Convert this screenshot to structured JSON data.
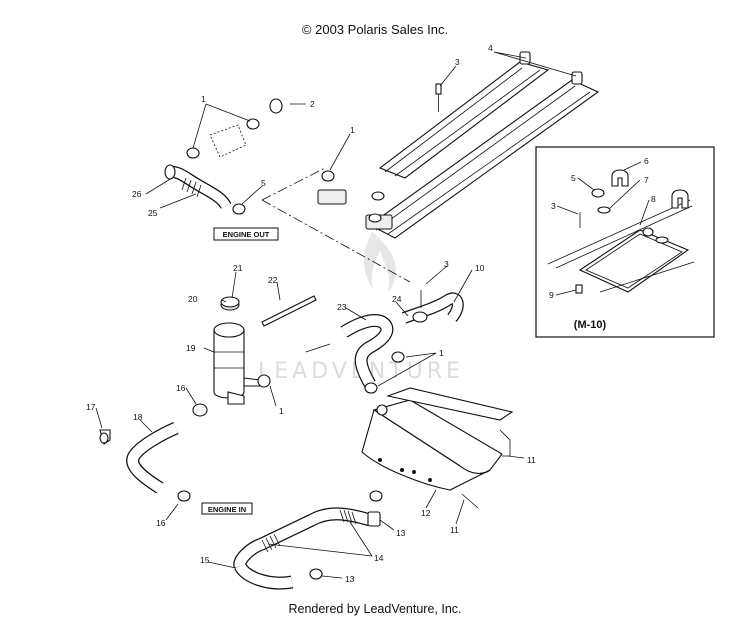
{
  "header": {
    "copyright": "© 2003 Polaris Sales Inc."
  },
  "footer": {
    "credit": "Rendered by LeadVenture, Inc."
  },
  "watermark": {
    "text": "LEADVENTURE"
  },
  "tags": {
    "engine_out": "ENGINE OUT",
    "engine_in": "ENGINE IN"
  },
  "inset": {
    "title": "(M-10)",
    "callouts": {
      "c3": "3",
      "c5": "5",
      "c6": "6",
      "c7": "7",
      "c8": "8",
      "c9": "9"
    }
  },
  "callouts": {
    "c1a": "1",
    "c2": "2",
    "c3a": "3",
    "c4": "4",
    "c1b": "1",
    "c5": "5",
    "c26": "26",
    "c25": "25",
    "c21": "21",
    "c22": "22",
    "c20": "20",
    "c3b": "3",
    "c10": "10",
    "c23": "23",
    "c24": "24",
    "c19": "19",
    "c1c": "1",
    "c16a": "16",
    "c1d": "1",
    "c17": "17",
    "c18": "18",
    "c11a": "11",
    "c12": "12",
    "c11b": "11",
    "c13a": "13",
    "c16b": "16",
    "c15": "15",
    "c14": "14",
    "c13b": "13"
  },
  "colors": {
    "ink": "#111111",
    "watermark": "#d9d9d9",
    "background": "#ffffff"
  }
}
